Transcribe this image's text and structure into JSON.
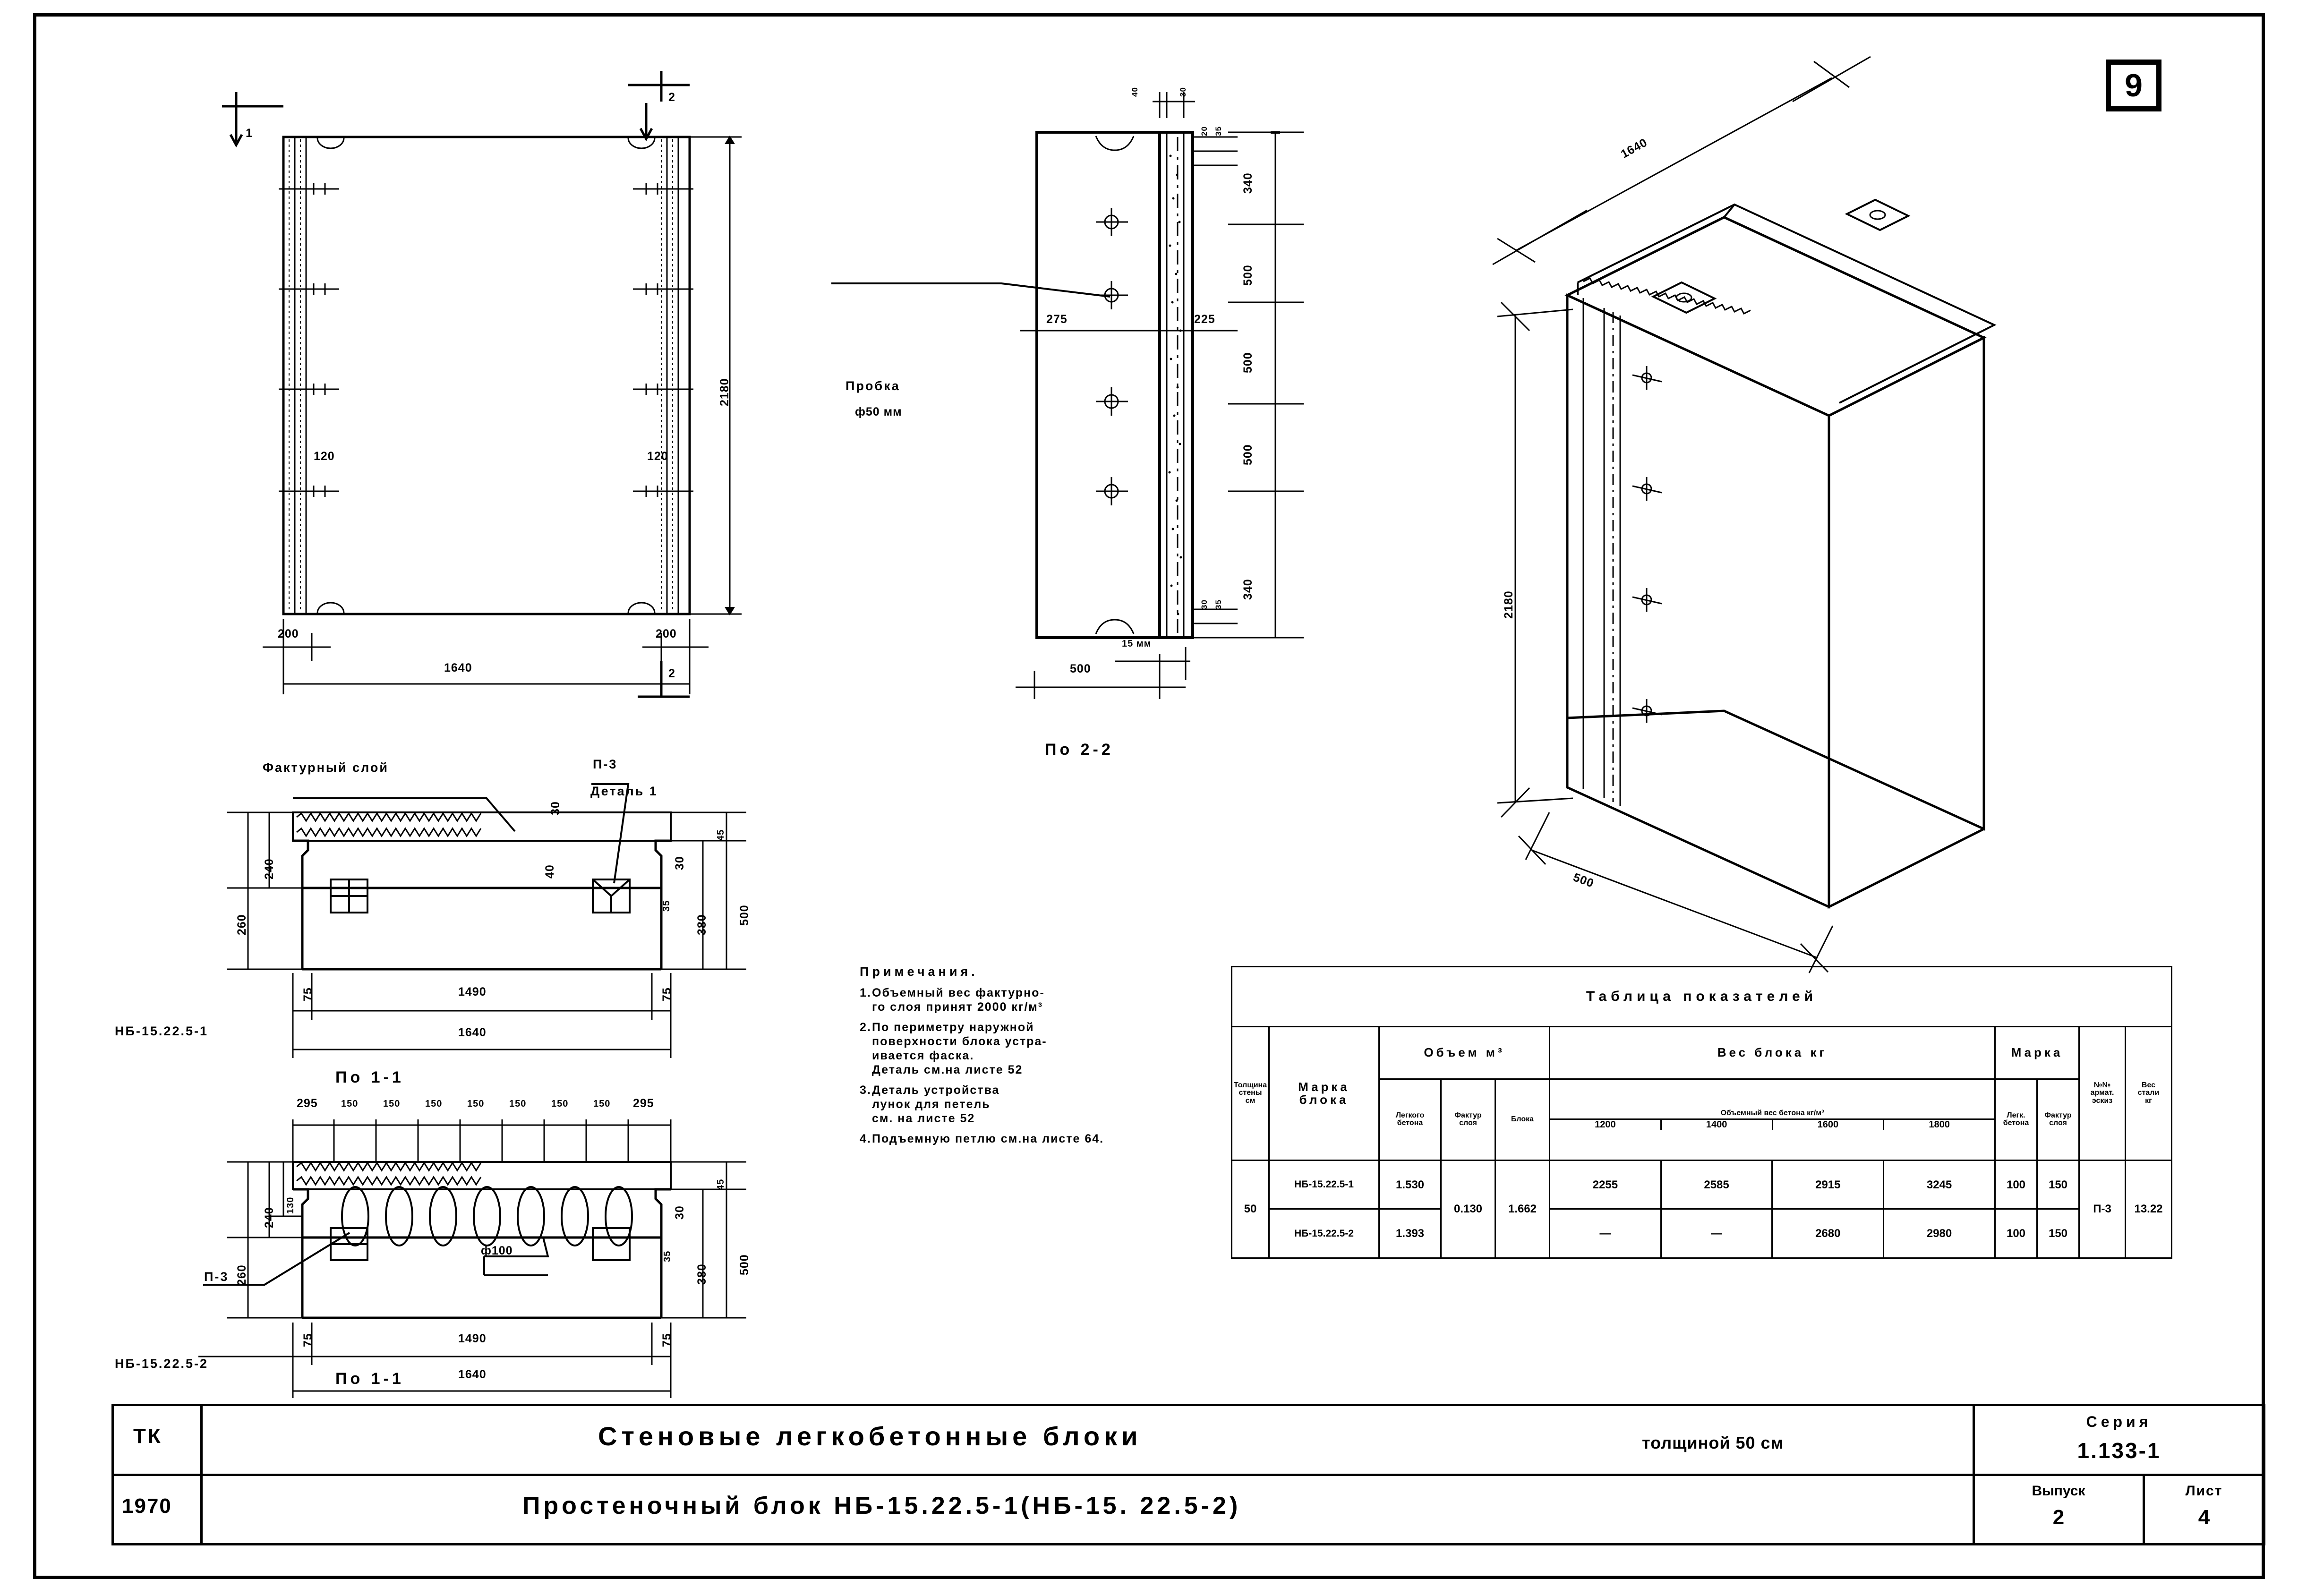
{
  "sheet": {
    "page_number": "9"
  },
  "views": {
    "elevation": {
      "section_mark_1": "1",
      "section_mark_2": "2",
      "height": "2180",
      "width": "1640",
      "edge_left": "200",
      "edge_right": "200",
      "rib_left": "120",
      "rib_right": "120"
    },
    "section_2_2": {
      "name": "По 2-2",
      "callout_label": "Пробка",
      "callout_diameter": "ф50 мм",
      "dim_left": "275",
      "dim_right": "225",
      "width": "500",
      "facing_thickness": "15 мм",
      "top_small_1": "40",
      "top_small_2": "30",
      "top_small_3": "20",
      "top_small_4": "35",
      "bottom_small_1": "30",
      "bottom_small_2": "35",
      "vertical_dims": [
        "340",
        "500",
        "500",
        "500",
        "340"
      ]
    },
    "section_1_1_top": {
      "name": "По 1-1",
      "block_mark": "НБ-15.22.5-1",
      "facing_label": "Фактурный слой",
      "loop_label": "П-3",
      "detail_label": "Деталь 1",
      "dim_260": "260",
      "dim_240": "240",
      "dim_30": "30",
      "dim_40": "40",
      "dim_30b": "30",
      "dim_35": "35",
      "dim_380": "380",
      "dim_45": "45",
      "dim_500": "500",
      "dim_75_left": "75",
      "dim_1490": "1490",
      "dim_75_right": "75",
      "dim_1640": "1640"
    },
    "section_1_1_bottom": {
      "name": "По 1-1",
      "block_mark": "НБ-15.22.5-2",
      "loop_label": "П-3",
      "void_label": "ф100",
      "top_dims": [
        "295",
        "150",
        "150",
        "150",
        "150",
        "150",
        "150",
        "150",
        "295"
      ],
      "dim_260": "260",
      "dim_240": "240",
      "dim_130": "130",
      "dim_30": "30",
      "dim_35": "35",
      "dim_380": "380",
      "dim_45": "45",
      "dim_500": "500",
      "dim_75_left": "75",
      "dim_1490": "1490",
      "dim_75_right": "75",
      "dim_1640": "1640"
    },
    "isometric": {
      "length": "1640",
      "height": "2180",
      "thickness": "500"
    }
  },
  "notes": {
    "title": "Примечания.",
    "items": [
      {
        "num": "1.",
        "lines": [
          "Объемный вес фактурно-",
          "го слоя принят 2000 кг/м³"
        ]
      },
      {
        "num": "2.",
        "lines": [
          "По периметру наружной",
          "поверхности блока устра-",
          "ивается  фаска.",
          "Деталь см.на листе 52"
        ]
      },
      {
        "num": "3.",
        "lines": [
          "Деталь устройства",
          "лунок для петель",
          "см. на листе 52"
        ]
      },
      {
        "num": "4.",
        "lines": [
          "Подъемную петлю см.на листе 64."
        ]
      }
    ]
  },
  "table": {
    "title": "Таблица   показателей",
    "headers": {
      "wall_thickness": [
        "Толщина",
        "стены",
        "см"
      ],
      "block_mark": [
        "Марка",
        "блока"
      ],
      "volume_group": "Объем   м³",
      "volume_light_concrete": [
        "Легкого",
        "бетона"
      ],
      "volume_facing": [
        "Фактур",
        "слоя"
      ],
      "volume_block": "Блока",
      "weight_group": "Вес блока кг",
      "weight_sub": "Объемный вес бетона кг/м³",
      "weight_cols": [
        "1200",
        "1400",
        "1600",
        "1800"
      ],
      "mark_group": "Марка",
      "mark_light_concrete": [
        "Легк.",
        "бетона"
      ],
      "mark_facing": [
        "Фактур",
        "слоя"
      ],
      "rebar_sketch": [
        "№№",
        "армат.",
        "эскиз"
      ],
      "steel_weight": [
        "Вес",
        "стали",
        "кг"
      ]
    },
    "rows": [
      {
        "wall_thickness": "50",
        "block_mark": "НБ-15.22.5-1",
        "vol_light": "1.530",
        "vol_facing": "0.130",
        "vol_block": "1.662",
        "w1200": "2255",
        "w1400": "2585",
        "w1600": "2915",
        "w1800": "3245",
        "mark_light": "100",
        "mark_facing": "150",
        "rebar": "П-3",
        "steel": "13.22"
      },
      {
        "wall_thickness": "",
        "block_mark": "НБ-15.22.5-2",
        "vol_light": "1.393",
        "vol_facing": "",
        "vol_block": "",
        "w1200": "—",
        "w1400": "—",
        "w1600": "2680",
        "w1800": "2980",
        "mark_light": "100",
        "mark_facing": "150",
        "rebar": "",
        "steel": ""
      }
    ]
  },
  "title_block": {
    "org": "ТК",
    "year": "1970",
    "line1": "Стеновые легкобетонные блоки",
    "line1_suffix": "толщиной 50 см",
    "line2": "Простеночный блок  НБ-15.22.5-1(НБ-15. 22.5-2)",
    "series_label": "Серия",
    "series_value": "1.133-1",
    "issue_label": "Выпуск",
    "issue_value": "2",
    "sheet_label": "Лист",
    "sheet_value": "4"
  }
}
